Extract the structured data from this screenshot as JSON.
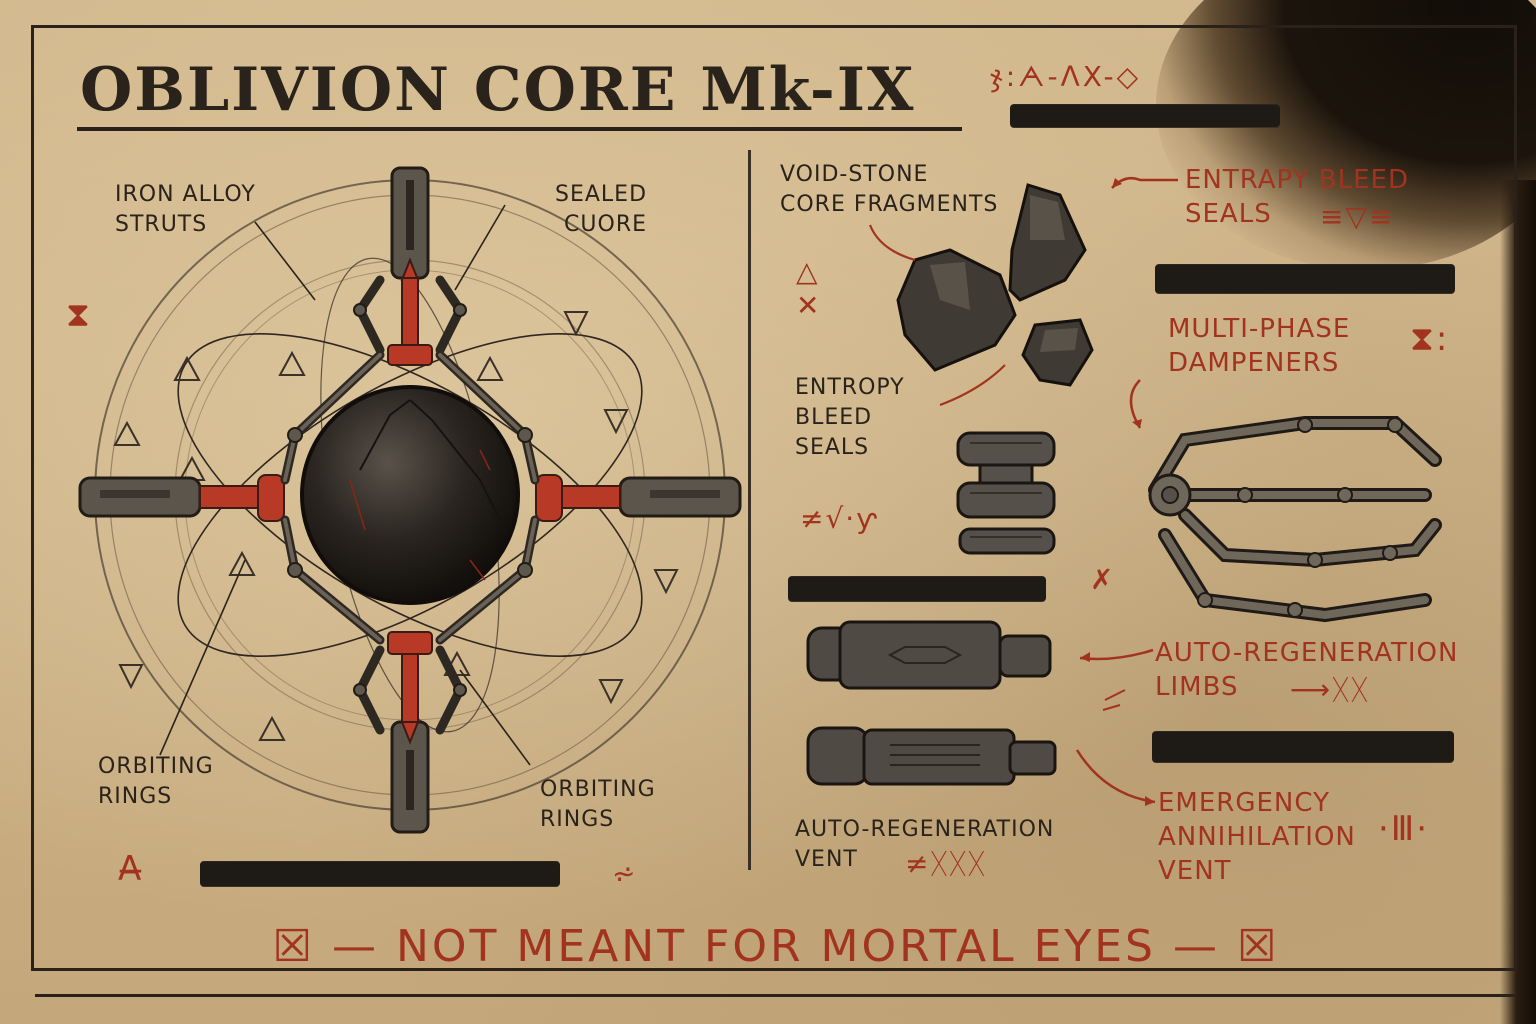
{
  "document": {
    "title": "OBLIVION CORE Mk-IX",
    "header_cipher": "ჯ:ᗅ-ᐱX-◇",
    "footer_warning": "NOT MEANT FOR MORTAL EYES",
    "footer_box_glyph": "☒",
    "footer_dash": "—"
  },
  "left_panel": {
    "labels": {
      "iron_alloy_struts": "IRON ALLOY\nSTRUTS",
      "sealed_core": "SEALED\nCUORE",
      "orbiting_rings_left": "ORBITING\nRINGS",
      "orbiting_rings_right": "ORBITING\nRINGS"
    },
    "side_glyph": "⧗",
    "bottom_glyph_left": "A̶",
    "bottom_glyph_right": "⩫"
  },
  "right_panel": {
    "labels": {
      "void_stone": "VOID-STONE\nCORE FRAGMENTS",
      "entropy_bleed_red": "ENTRAPY BLEED\nSEALS",
      "multi_phase": "MULTI-PHASE\nDAMPENERS",
      "entropy_bleed_black": "ENTROPY\nBLEED\nSEALS",
      "auto_regen_limbs": "AUTO-REGENERATION\nLIMBS",
      "emergency_vent": "EMERGENCY\nANNIHILATION\nVENT",
      "auto_regen_vent": "AUTO-REGENERATION\nVENT"
    },
    "glyphs": {
      "triangle_x": "△\n✕",
      "tri_seal": "≡▽≡",
      "hourglass_k": "⧗:",
      "scratch_mark": "≠√·ƴ",
      "limbs_scratch": "⟶ᚷᚷ",
      "vent_scratch": "≠ᚷᚷᚷ",
      "emergency_mark": "·Ⅲ·",
      "side_x": "✗"
    }
  },
  "colors": {
    "paper": "#cdb287",
    "ink": "#2a231b",
    "red_ink": "#a1331f",
    "metal": "#4a443c",
    "accent_red": "#b83a26"
  }
}
